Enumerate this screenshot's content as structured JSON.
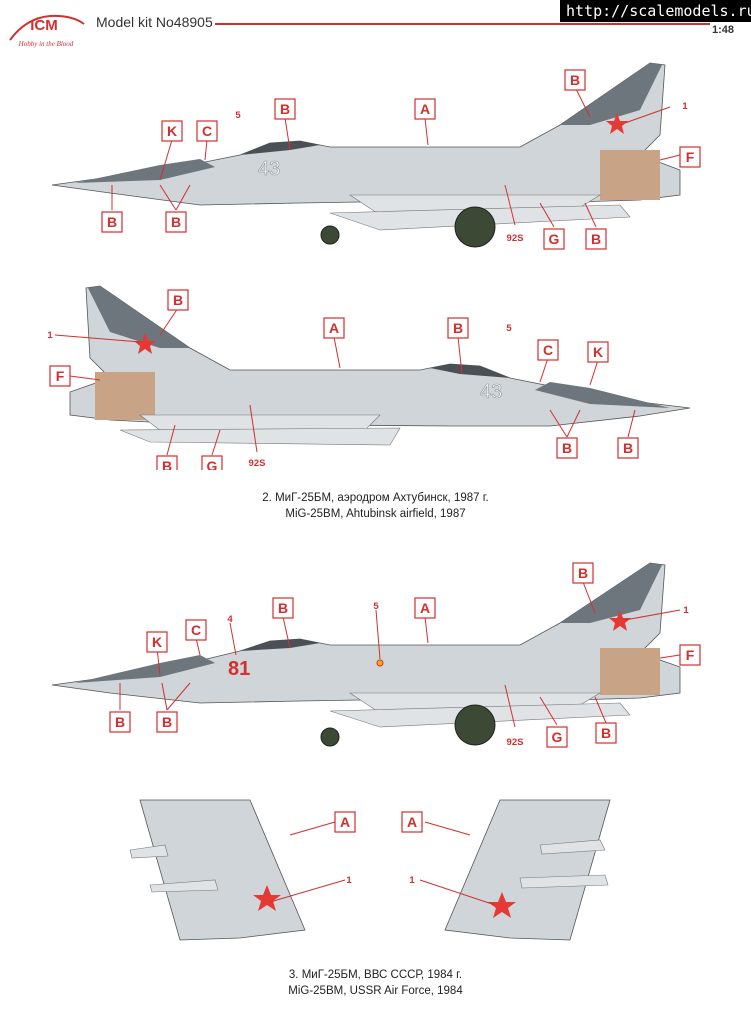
{
  "header": {
    "brand": "ICM",
    "tagline": "Hobby in the Blood",
    "model_kit": "Model kit No48905",
    "watermark": "http://scalemodels.ru",
    "scale": "1:48"
  },
  "captions": {
    "scheme2_ru": "2. МиГ-25БМ, аэродром Ахтубинск, 1987 г.",
    "scheme2_en": "MiG-25BM, Ahtubinsk airfield, 1987",
    "scheme3_ru": "3. МиГ-25БМ, ВВС СССР, 1984 г.",
    "scheme3_en": "MiG-25BM, USSR Air Force, 1984"
  },
  "callouts": {
    "A": "A",
    "B": "B",
    "C": "C",
    "F": "F",
    "G": "G",
    "K": "K",
    "n1": "1",
    "n4": "4",
    "n5": "5",
    "n92": "92S"
  },
  "markings": {
    "tail_number_grey": "43",
    "tail_number_red": "81"
  },
  "colors": {
    "accent": "#d32f2f",
    "camo_grey": "#c9cfd3",
    "dark_grey": "#707980",
    "sand": "#c9a385",
    "star": "#e53935"
  }
}
